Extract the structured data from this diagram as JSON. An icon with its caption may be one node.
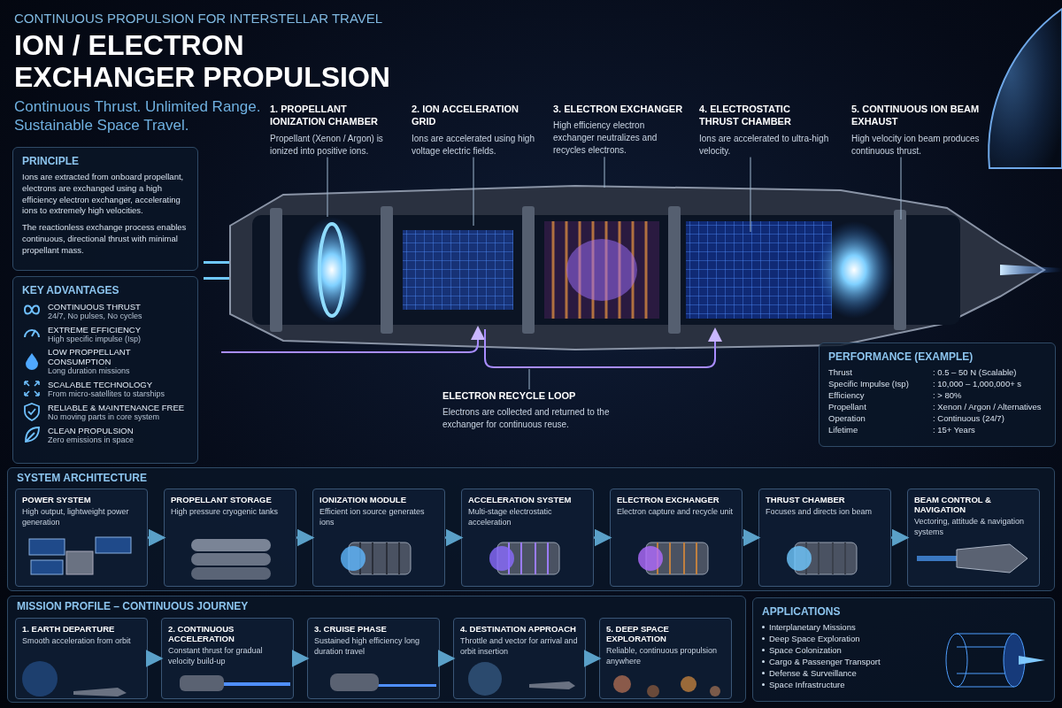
{
  "diagram": {
    "title": "ION / ELECTRON EXCHANGER PROPULSION",
    "nodes": [
      {
        "text": [
          "PRINCIPLE",
          "Ions are extracted from onboard propellant, electrons are exchanged using a high efficiency electron exchanger, accelerating ions to extremely high velocities.",
          "The reactionless exchange process enables continuous, directional thrust with minimal propellant mass."
        ]
      },
      {
        "text": [
          "KEY ADVANTAGES",
          "CONTINUOUS THRUST",
          "24/7, No pulses, No cycles",
          "EXTREME EFFICIENCY",
          "High specific impulse (Isp)",
          "LOW PROPPELLANT CONSUMPTION",
          "Long duration missions",
          "SCALABLE TECHNOLOGY",
          "From micro-satellites to starships",
          "RELIABLE & MAINTENANCE FREE",
          "No moving parts in core system",
          "CLEAN PROPULSION",
          "Zero emissions in space"
        ]
      },
      {
        "text": [
          "1. PROPELLANT IONIZATION CHAMBER",
          "Propellant (Xenon / Argon) is ionized into positive ions."
        ]
      },
      {
        "text": [
          "2. ION ACCELERATION GRID",
          "Ions are accelerated using high voltage electric fields."
        ]
      },
      {
        "text": [
          "3. ELECTRON EXCHANGER",
          "High efficiency electron exchanger neutralizes and recycles electrons."
        ]
      },
      {
        "text": [
          "4. ELECTROSTATIC THRUST CHAMBER",
          "Ions are accelerated to ultra-high velocity."
        ]
      },
      {
        "text": [
          "5. CONTINUOUS ION BEAM EXHAUST",
          "High velocity ion beam produces continuous thrust."
        ]
      },
      {
        "text": [
          "ELECTRON RECYCLE LOOP",
          "Electrons are collected and returned to the exchanger for continuous reuse."
        ]
      },
      {
        "text": [
          "PERFORMANCE (EXAMPLE)",
          "Thrust",
          ": 0.5 – 50 N (Scalable)",
          "Specific Impulse (Isp)",
          ": 10,000 – 1,000,000+ s",
          "Efficiency",
          ": > 80%",
          "Propellant",
          ": Xenon / Argon / Alternatives",
          "Operation",
          ": Continuous (24/7)",
          "Lifetime",
          ": 15+ Years"
        ]
      },
      {
        "text": [
          "SYSTEM ARCHITECTURE"
        ]
      },
      {
        "text": [
          "POWER SYSTEM",
          "High output, lightweight power generation"
        ],
        "in": 9
      },
      {
        "text": [
          "PROPELLANT STORAGE",
          "High pressure cryogenic tanks"
        ],
        "in": 9
      },
      {
        "text": [
          "IONIZATION MODULE",
          "Efficient ion source generates ions"
        ],
        "in": 9
      },
      {
        "text": [
          "ACCELERATION SYSTEM",
          "Multi-stage electrostatic acceleration"
        ],
        "in": 9
      },
      {
        "text": [
          "ELECTRON EXCHANGER",
          "Electron capture and recycle unit"
        ],
        "in": 9
      },
      {
        "text": [
          "THRUST CHAMBER",
          "Focuses and directs ion beam"
        ],
        "in": 9
      },
      {
        "text": [
          "BEAM CONTROL & NAVIGATION",
          "Vectoring, attitude & navigation systems"
        ],
        "in": 9
      },
      {
        "text": [
          "MISSION PROFILE – CONTINUOUS JOURNEY"
        ]
      },
      {
        "text": [
          "1. EARTH DEPARTURE",
          "Smooth acceleration from orbit"
        ],
        "in": 17
      },
      {
        "text": [
          "2. CONTINUOUS ACCELERATION",
          "Constant thrust for gradual velocity build-up"
        ],
        "in": 17
      },
      {
        "text": [
          "3. CRUISE PHASE",
          "Sustained high efficiency long duration travel"
        ],
        "in": 17
      },
      {
        "text": [
          "4. DESTINATION APPROACH",
          "Throttle and vector for arrival and orbit insertion"
        ],
        "in": 17
      },
      {
        "text": [
          "5. DEEP SPACE EXPLORATION",
          "Reliable, continuous propulsion anywhere"
        ],
        "in": 17
      },
      {
        "text": [
          "APPLICATIONS",
          "Interplanetary Missions",
          "Deep Space Exploration",
          "Space Colonization",
          "Cargo & Passenger Transport",
          "Defense & Surveillance",
          "Space Infrastructure"
        ]
      }
    ],
    "edges": [
      {
        "from": 2,
        "to": null,
        "arrow": "none"
      },
      {
        "from": 3,
        "to": null,
        "arrow": "none"
      },
      {
        "from": 4,
        "to": null,
        "arrow": "none"
      },
      {
        "from": 5,
        "to": null,
        "arrow": "none"
      },
      {
        "from": 6,
        "to": null,
        "arrow": "none"
      },
      {
        "from": 7,
        "to": null,
        "arrow": "none"
      },
      {
        "from": 10,
        "to": 11,
        "arrow": "to"
      },
      {
        "from": 11,
        "to": 12,
        "arrow": "to"
      },
      {
        "from": 12,
        "to": 13,
        "arrow": "to"
      },
      {
        "from": 13,
        "to": 14,
        "arrow": "to"
      },
      {
        "from": 14,
        "to": 15,
        "arrow": "to"
      },
      {
        "from": 15,
        "to": 16,
        "arrow": "to"
      },
      {
        "from": 18,
        "to": 19,
        "arrow": "to"
      },
      {
        "from": 19,
        "to": 20,
        "arrow": "to"
      },
      {
        "from": 20,
        "to": 21,
        "arrow": "to"
      },
      {
        "from": 21,
        "to": 22,
        "arrow": "to"
      }
    ],
    "labels": [
      "CONTINUOUS PROPULSION FOR INTERSTELLAR TRAVEL",
      "Continuous Thrust. Unlimited Range. Sustainable Space Travel."
    ]
  }
}
